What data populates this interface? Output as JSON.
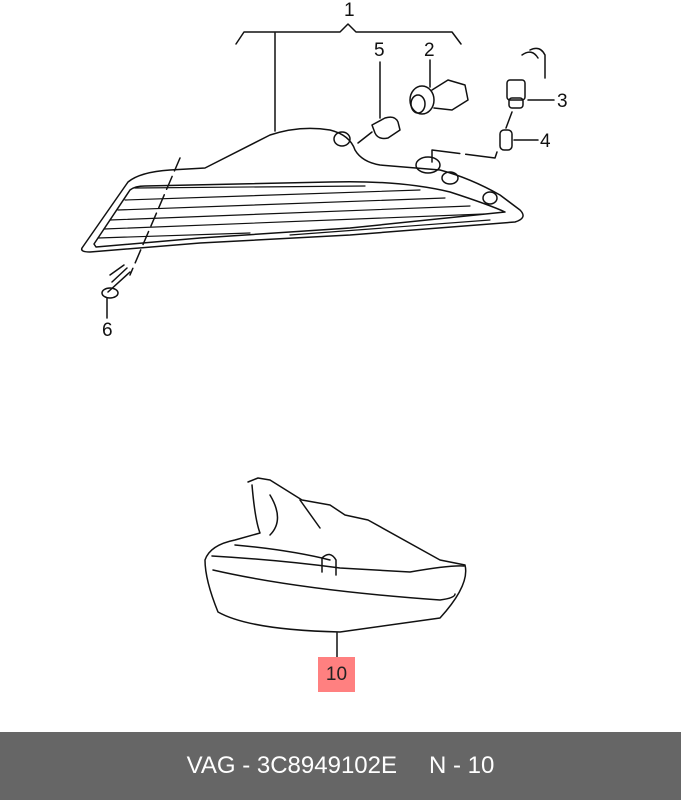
{
  "diagram": {
    "callouts": [
      {
        "id": "1",
        "label": "1"
      },
      {
        "id": "2",
        "label": "2"
      },
      {
        "id": "3",
        "label": "3"
      },
      {
        "id": "4",
        "label": "4"
      },
      {
        "id": "5",
        "label": "5"
      },
      {
        "id": "6",
        "label": "6"
      },
      {
        "id": "10",
        "label": "10",
        "highlighted": true,
        "highlight_color": "#ff8080"
      }
    ]
  },
  "footer": {
    "part_text": "VAG - 3C8949102E",
    "position_text": "N - 10",
    "background_color": "#666666"
  }
}
